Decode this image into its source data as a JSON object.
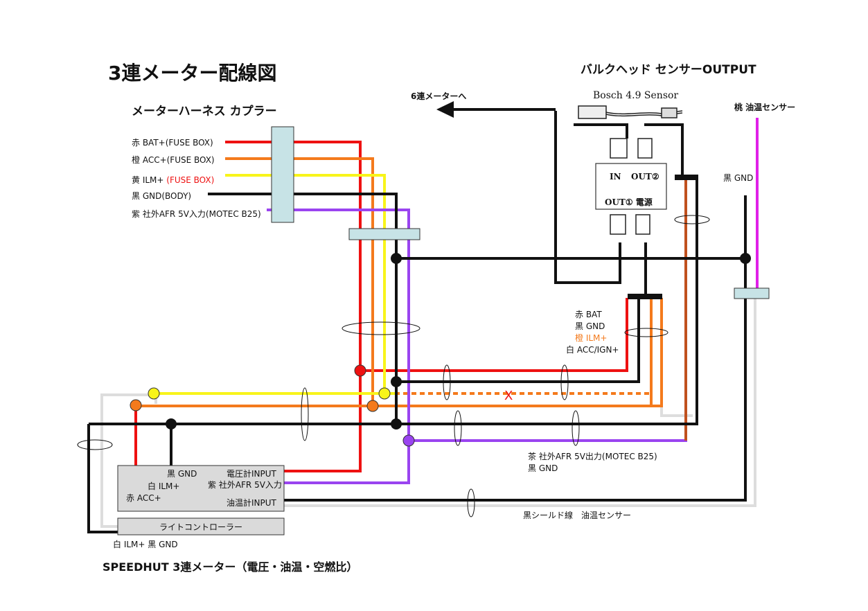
{
  "title": "3連メーター配線図",
  "harness_title": "メーターハーネス カプラー",
  "bulkhead_title": "バルクヘッド センサーOUTPUT",
  "bosch_sensor": "Bosch 4.9 Sensor",
  "to_6gauge": "6連メーターへ",
  "peach_sensor": "桃 油温センサー",
  "black_gnd_right": "黒 GND",
  "harness_wires": [
    {
      "prefix": "赤 BAT+(FUSE BOX)",
      "suffix": ""
    },
    {
      "prefix": "橙 ACC+(FUSE BOX)",
      "suffix": ""
    },
    {
      "prefix": "黄 ILM+ ",
      "suffix": "(FUSE BOX)"
    },
    {
      "prefix": "黒 GND(BODY)",
      "suffix": ""
    },
    {
      "prefix": "紫 社外AFR 5V入力(MOTEC B25)",
      "suffix": ""
    }
  ],
  "controller": {
    "in": "IN",
    "out2": "OUT②",
    "out1": "OUT① 電源"
  },
  "out1_wires": [
    "赤 BAT",
    "黒 GND",
    "橙 ILM+",
    "白 ACC/IGN+"
  ],
  "x_mark": "X",
  "afr_out": "茶 社外AFR 5V出力(MOTEC B25)",
  "gnd_black": "黒 GND",
  "shield_label": "黒シールド線　油温センサー",
  "meter_box": {
    "gnd": "黒 GND",
    "ilm": "白 ILM+",
    "acc": "赤 ACC+",
    "voltage_in": "電圧計INPUT",
    "afr_in": "紫 社外AFR 5V入力",
    "oil_in": "油温計INPUT"
  },
  "light_controller": "ライトコントローラー",
  "bottom_wires": "白 ILM+ 黒 GND",
  "footer": "SPEEDHUT 3連メーター（電圧・油温・空燃比）",
  "colors": {
    "red": "#ee1111",
    "orange": "#f47a1c",
    "yellow": "#f8f41a",
    "black": "#111111",
    "purple": "#9a44f0",
    "white_wire": "#dddddd",
    "brown": "#c0501e",
    "magenta": "#e020e8",
    "connector": "#c7e3e6"
  }
}
